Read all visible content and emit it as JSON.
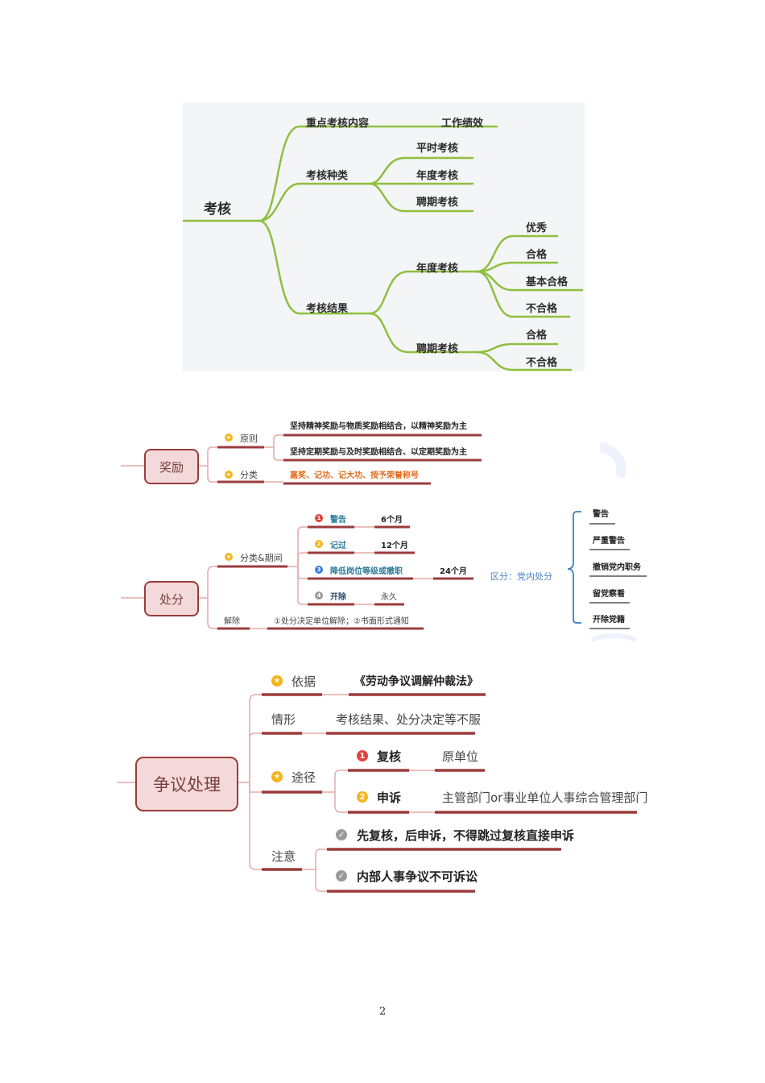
{
  "map_kaohe": {
    "root": "考核",
    "branches": [
      {
        "label": "重点考核内容",
        "children": [
          {
            "label": "工作绩效"
          }
        ]
      },
      {
        "label": "考核种类",
        "children": [
          {
            "label": "平时考核"
          },
          {
            "label": "年度考核"
          },
          {
            "label": "聘期考核"
          }
        ]
      },
      {
        "label": "考核结果",
        "children": [
          {
            "label": "年度考核",
            "children": [
              {
                "label": "优秀"
              },
              {
                "label": "合格"
              },
              {
                "label": "基本合格"
              },
              {
                "label": "不合格"
              }
            ]
          },
          {
            "label": "聘期考核",
            "children": [
              {
                "label": "合格"
              },
              {
                "label": "不合格"
              }
            ]
          }
        ]
      }
    ],
    "line_color": "#8fbf3f"
  },
  "map_jiangli": {
    "root": "奖励",
    "branches": [
      {
        "label": "原则",
        "icon": "star-badge-icon",
        "children": [
          {
            "label": "坚持精神奖励与物质奖励相结合，以精神奖励为主"
          },
          {
            "label": "坚持定期奖励与及时奖励相结合、以定期奖励为主"
          }
        ]
      },
      {
        "label": "分类",
        "icon": "star-badge-icon",
        "children": [
          {
            "label": "嘉奖、记功、记大功、授予荣誉称号"
          }
        ]
      }
    ]
  },
  "map_chufen": {
    "root": "处分",
    "branches": [
      {
        "label": "分类&期间",
        "icon": "star-badge-icon",
        "children": [
          {
            "num": "1",
            "label": "警告",
            "period": "6个月"
          },
          {
            "num": "2",
            "label": "记过",
            "period": "12个月"
          },
          {
            "num": "3",
            "label": "降低岗位等级或撤职",
            "period": "24个月"
          },
          {
            "num": "4",
            "label": "开除",
            "period": "永久"
          }
        ]
      },
      {
        "label": "解除",
        "children": [
          {
            "label": "①处分决定单位解除；②书面形式通知"
          }
        ]
      }
    ],
    "side_note": {
      "label": "区分：党内处分",
      "items": [
        "警告",
        "严重警告",
        "撤销党内职务",
        "留党察看",
        "开除党籍"
      ]
    }
  },
  "map_zhengyi": {
    "root": "争议处理",
    "branches": [
      {
        "label": "依据",
        "icon": "star-badge-icon",
        "children": [
          {
            "label": "《劳动争议调解仲裁法》"
          }
        ]
      },
      {
        "label": "情形",
        "children": [
          {
            "label": "考核结果、处分决定等不服"
          }
        ]
      },
      {
        "label": "途径",
        "icon": "star-badge-icon",
        "children": [
          {
            "num": "1",
            "label": "复核",
            "detail": "原单位"
          },
          {
            "num": "2",
            "label": "申诉",
            "detail": "主管部门or事业单位人事综合管理部门"
          }
        ]
      },
      {
        "label": "注意",
        "children": [
          {
            "label": "先复核，后申诉，不得跳过复核直接申诉"
          },
          {
            "label": "内部人事争议不可诉讼"
          }
        ]
      }
    ]
  },
  "colors": {
    "green_line": "#8fbf3f",
    "dark_red": "#9b3c3c",
    "light_red": "#e3aaaa",
    "root_fill": "#f3d9d9",
    "orange": "#e46c1a",
    "yellow_badge": "#f5b51d",
    "red_badge": "#e5403a",
    "blue_badge": "#3b7be0",
    "gray_badge": "#9a9a9a",
    "bracket_blue": "#3f7fc4"
  },
  "page": {
    "number": "2"
  }
}
